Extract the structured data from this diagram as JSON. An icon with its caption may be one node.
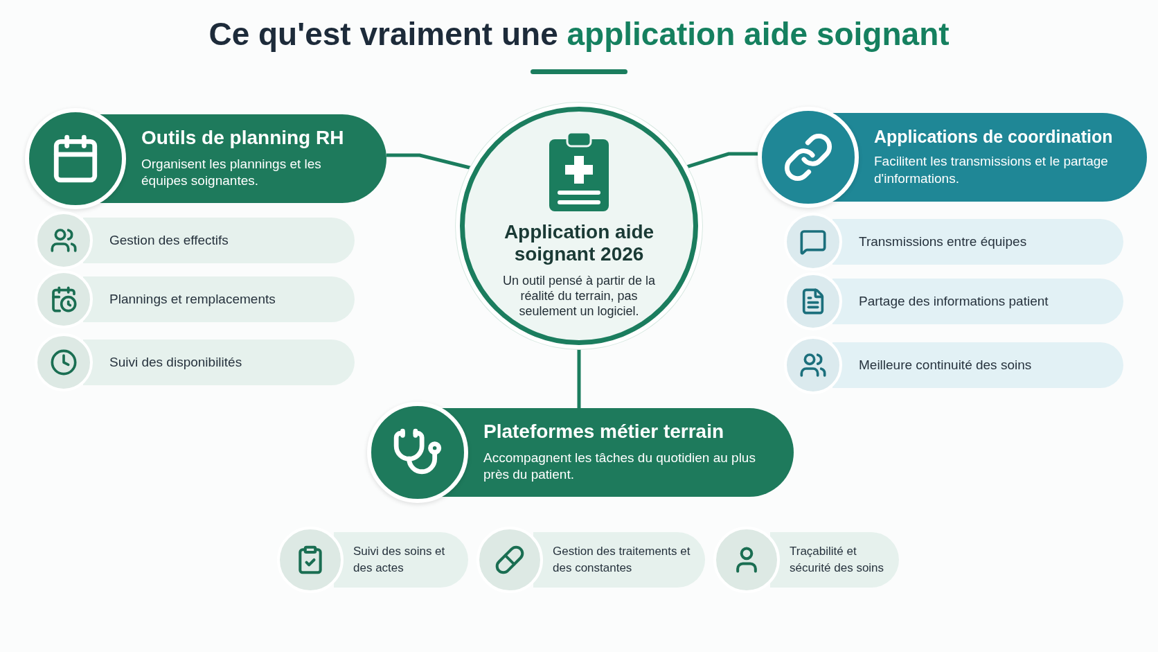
{
  "diagram": {
    "title": "Ce qu'est vraiment une **application aide soignant**",
    "nodes": [
      {
        "text": [
          "Outils de planning RH",
          "Organisent les plannings et les équipes soignantes."
        ]
      },
      {
        "text": [
          "Application aide soignant 2026",
          "Un outil pensé à partir de la réalité du terrain, pas seulement un logiciel."
        ]
      },
      {
        "text": [
          "Applications de coordination",
          "Facilitent les transmissions et le partage d'informations."
        ]
      },
      {
        "text": [
          "Gestion des effectifs"
        ]
      },
      {
        "text": [
          "Plannings et remplacements"
        ]
      },
      {
        "text": [
          "Suivi des disponibilités"
        ]
      },
      {
        "text": [
          "Transmissions entre équipes"
        ]
      },
      {
        "text": [
          "Partage des informations patient"
        ]
      },
      {
        "text": [
          "Meilleure continuité des soins"
        ]
      },
      {
        "text": [
          "Plateformes métier terrain",
          "Accompagnent les tâches du quotidien au plus près du patient."
        ]
      },
      {
        "text": [
          "Suivi des soins et des actes"
        ]
      },
      {
        "text": [
          "Gestion des traitements et des constantes"
        ]
      },
      {
        "text": [
          "Traçabilité et sécurité des soins"
        ]
      }
    ],
    "edges": [
      {
        "from": 0,
        "to": 1,
        "arrow": "none"
      },
      {
        "from": 1,
        "to": 2,
        "arrow": "none"
      },
      {
        "from": 1,
        "to": 9,
        "arrow": "none"
      }
    ]
  }
}
